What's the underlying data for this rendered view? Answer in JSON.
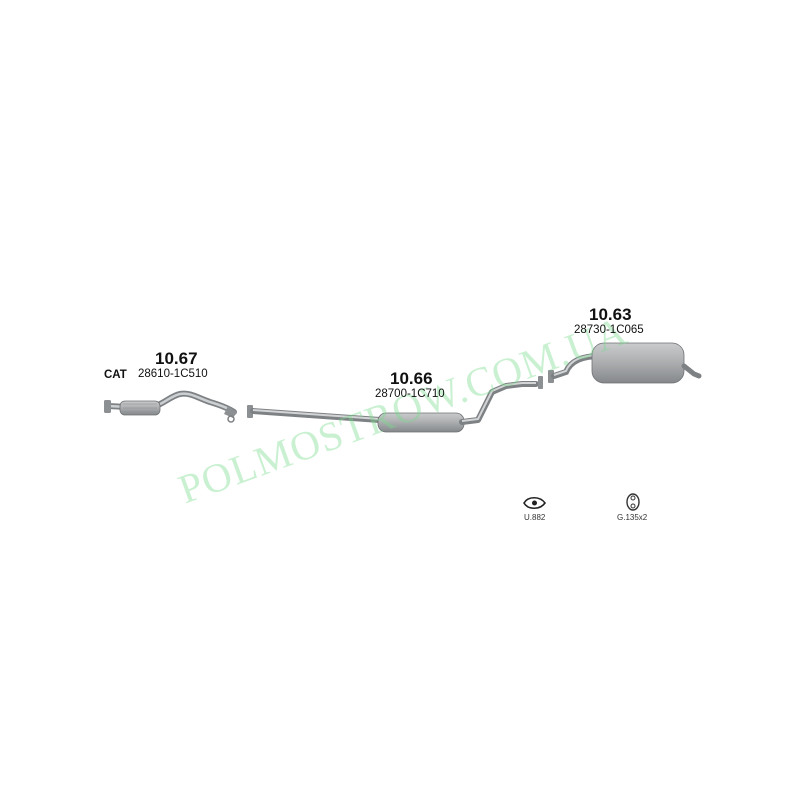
{
  "parts": [
    {
      "number": "10.67",
      "oem": "28610-1C510",
      "tag": "CAT"
    },
    {
      "number": "10.66",
      "oem": "28700-1C710"
    },
    {
      "number": "10.63",
      "oem": "28730-1C065"
    }
  ],
  "accessories": [
    {
      "code": "U.882",
      "icon": "gasket-icon"
    },
    {
      "code": "G.135x2",
      "icon": "rubber-hanger-icon"
    }
  ],
  "watermark": "POLMOSTROW.COM.UA",
  "colors": {
    "metal": "#a8abad",
    "metal_dark": "#7e8184",
    "watermark": "#78dc8c"
  }
}
